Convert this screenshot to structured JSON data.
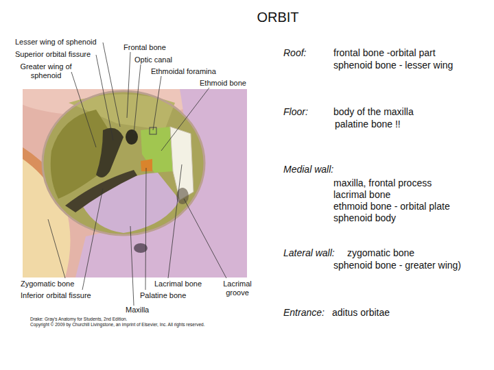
{
  "diagram": {
    "title": "ORBIT",
    "labels": [
      "Lesser wing of sphenoid",
      "Superior orbital fissure",
      "Greater wing of sphenoid",
      "Frontal bone",
      "Optic canal",
      "Ethmoidal foramina",
      "Ethmoid bone",
      "Zygomatic bone",
      "Inferior orbital fissure",
      "Lacrimal bone",
      "Palatine bone",
      "Lacrimal groove",
      "Maxilla",
      "Drake: Gray's Anatomy for Students, 2nd Edition.",
      "Copyright © 2009 by Churchill Livingstone, an imprint of Elsevier, Inc. All rights reserved.",
      "Roof:",
      "frontal bone -orbital part",
      "sphenoid bone - lesser wing",
      "Floor:",
      "body of the maxilla",
      "palatine bone !!",
      "Medial wall:",
      "maxilla, frontal process",
      "lacrimal bone",
      "ethmoid bone - orbital plate",
      "sphenoid body",
      "Lateral wall:",
      "zygomatic bone",
      "sphenoid bone - greater wing)",
      "Entrance:",
      "aditus orbitae"
    ]
  }
}
